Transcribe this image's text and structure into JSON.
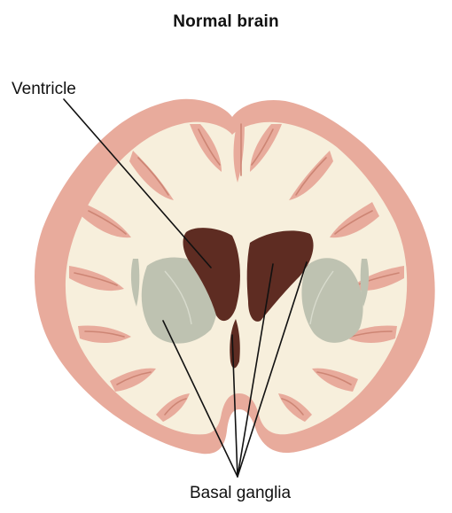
{
  "diagram": {
    "title": "Normal brain",
    "labels": {
      "ventricle": "Ventricle",
      "basal_ganglia": "Basal ganglia"
    },
    "colors": {
      "cortex": "#e8ab9c",
      "white_matter": "#f7efdc",
      "ventricle": "#5e2c22",
      "basal_ganglia": "#bec2b1",
      "sulcus": "#cd8574",
      "leader_line": "#111111"
    }
  }
}
